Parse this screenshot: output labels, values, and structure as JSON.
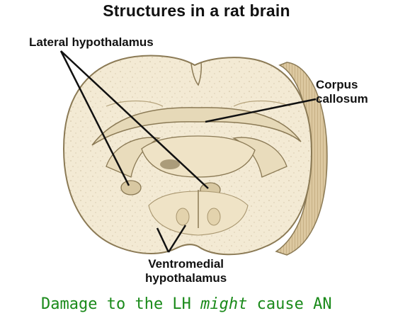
{
  "title": "Structures in a rat brain",
  "labels": {
    "lateral_hypothalamus": "Lateral hypothalamus",
    "corpus_callosum_line1": "Corpus",
    "corpus_callosum_line2": "callosum",
    "ventromedial_line1": "Ventromedial",
    "ventromedial_line2": "hypothalamus"
  },
  "caption": {
    "before": "Damage to the LH ",
    "emphasis": "might",
    "after": " cause AN"
  },
  "colors": {
    "tissue": "#f3ead4",
    "tissue_shadow": "#e2d5b3",
    "outline": "#8b7a55",
    "cut_face": "#d9c6a0",
    "caption_text": "#1a8a1a"
  }
}
